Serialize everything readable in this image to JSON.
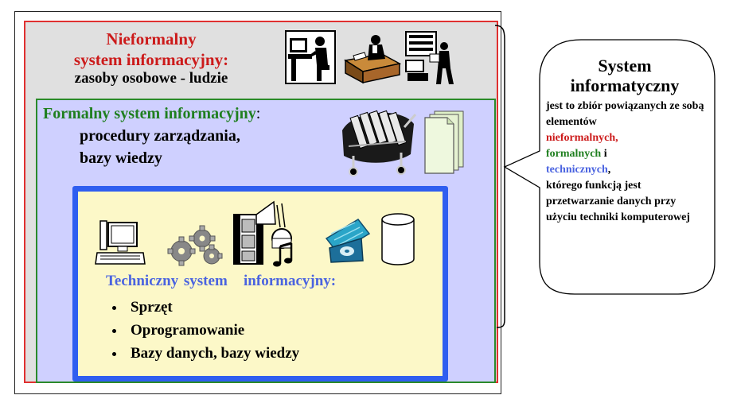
{
  "informal": {
    "title_line1": "Nieformalny",
    "title_line2": "system informacyjny:",
    "subtitle": "zasoby osobowe - ludzie",
    "icons": [
      "person-at-computer-icon",
      "person-at-desk-icon",
      "worker-with-boxes-icon"
    ]
  },
  "formal": {
    "title": "Formalny system informacyjny",
    "colon": ":",
    "line1": "procedury zarządzania,",
    "line2": "bazy wiedzy",
    "icons": [
      "file-cart-icon",
      "documents-stack-icon"
    ]
  },
  "technical": {
    "title": "Techniczny system   informacyjny:",
    "items": [
      "Sprzęt",
      "Oprogramowanie",
      "Bazy danych, bazy wiedzy"
    ],
    "icons": [
      "computer-icon",
      "gears-icon",
      "multimedia-icon",
      "disk-icon",
      "database-cylinder-icon"
    ]
  },
  "bubble": {
    "title_line1": "System",
    "title_line2": "informatyczny",
    "body_1": "jest to zbiór powiązanych ze sobą elementów",
    "term_informal": "nieformalnych,",
    "term_formal": "formalnych",
    "conj": " i",
    "term_technical": "technicznych",
    "body_2": "którego funkcją jest przetwarzanie danych przy użyciu techniki komputerowej"
  },
  "colors": {
    "informal": "#cc1a1a",
    "formal": "#1f7f1f",
    "technical": "#4a63e0",
    "technical_border": "#2f5ef0"
  }
}
